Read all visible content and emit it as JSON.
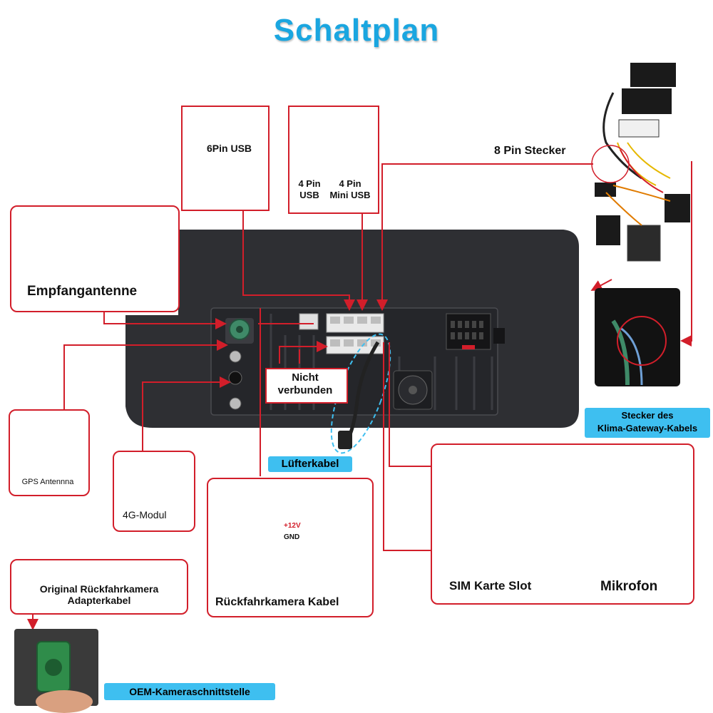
{
  "title": "Schaltplan",
  "labels": {
    "usb6pin": "6Pin USB",
    "usb4pin": "4 Pin\nUSB",
    "miniusb": "4 Pin\nMini USB",
    "pin8": "8 Pin Stecker",
    "antenna": "Empfangantenne",
    "gps": "GPS Antennna",
    "modul4g": "4G-Modul",
    "nicht": "Nicht\nverbunden",
    "fan": "Lüfterkabel",
    "klima": "Stecker des\nKlima-Gateway-Kabels",
    "camadapter": "Original Rückfahrkamera\nAdapterkabel",
    "camcable": "Rückfahrkamera Kabel",
    "v12": "+12V",
    "gnd": "GND",
    "sim": "SIM Karte Slot",
    "mic": "Mikrofon",
    "oem": "OEM-Kameraschnittstelle"
  },
  "colors": {
    "accent_red": "#d21e2a",
    "title_blue": "#1aa6e0",
    "tag_blue": "#3ebff0",
    "unit_dark": "#2e2f33"
  }
}
